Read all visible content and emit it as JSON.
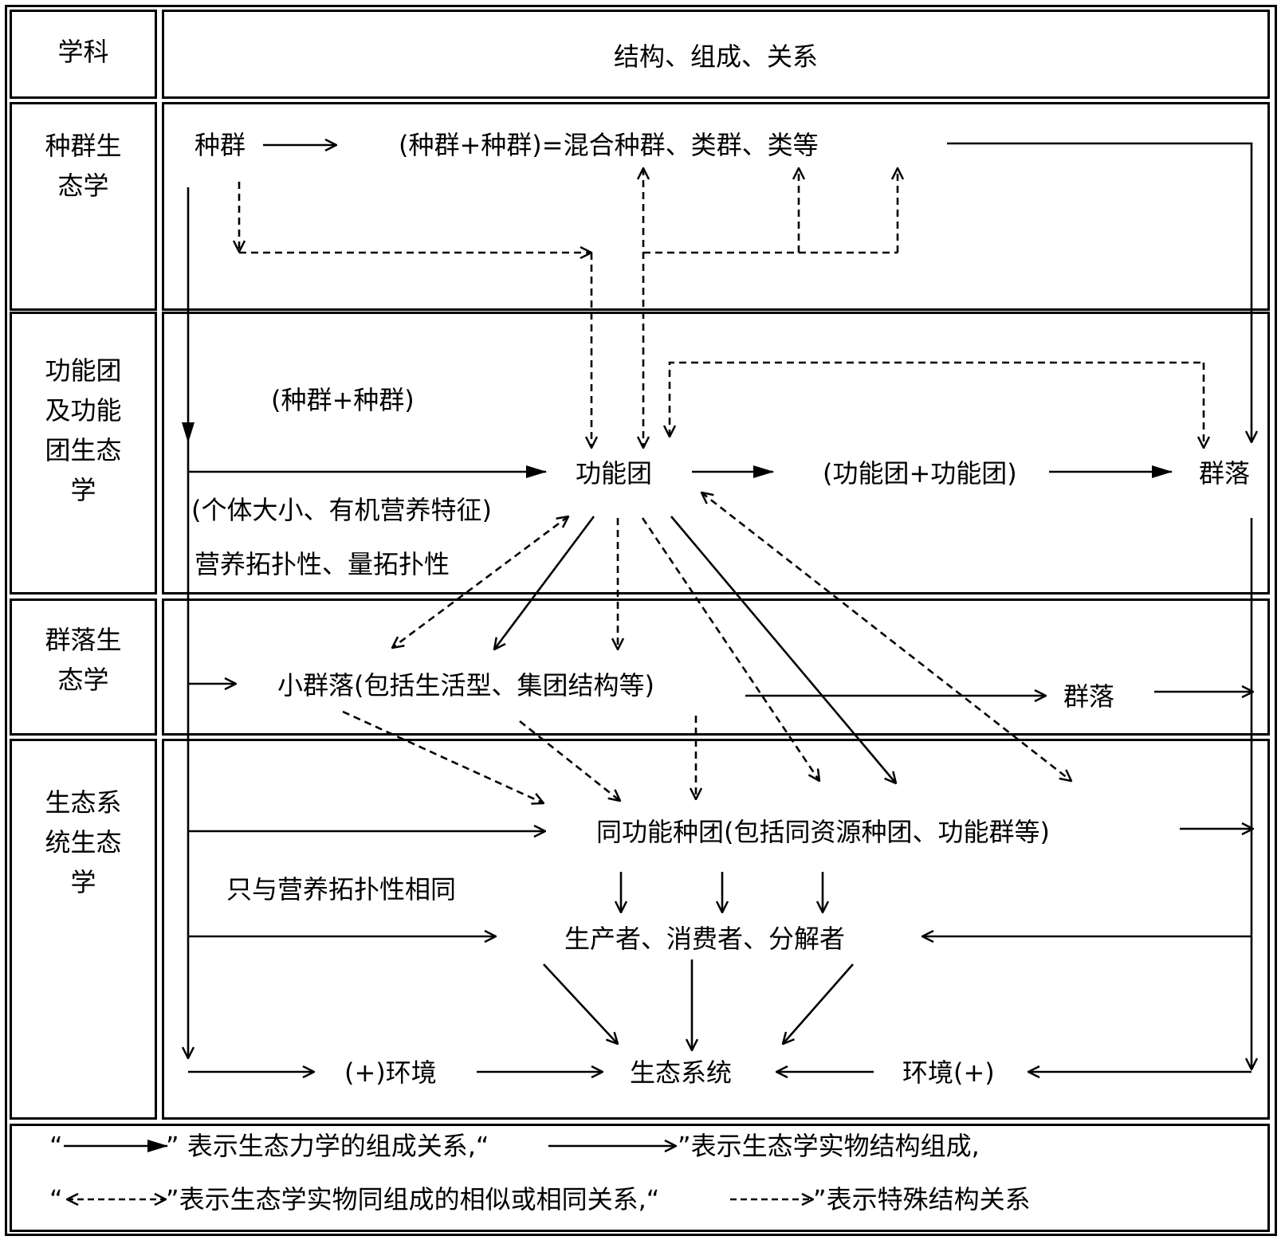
{
  "header": {
    "col1": "学科",
    "col2": "结构、组成、关系"
  },
  "rows": [
    {
      "discipline": "种群生\n态学"
    },
    {
      "discipline": "功能团\n及功能\n团生态\n学"
    },
    {
      "discipline": "群落生\n态学"
    },
    {
      "discipline": "生态系\n统生态\n学"
    }
  ],
  "nodes": {
    "population": "种群",
    "mixed_population": "(种群+种群)=混合种群、类群、类等",
    "pop_plus_pop": "(种群+种群)",
    "functional_group": "功能团",
    "fg_plus_fg": "(功能团+功能团)",
    "community_top": "群落",
    "size_nutrition": "(个体大小、有机营养特征)",
    "topology": "营养拓扑性、量拓扑性",
    "small_community": "小群落(包括生活型、集团结构等)",
    "community_mid": "群落",
    "guild": "同功能种团(包括同资源种团、功能群等)",
    "only_trophic": "只与营养拓扑性相同",
    "producers": "生产者、消费者、分解者",
    "env_left": "(+)环境",
    "ecosystem": "生态系统",
    "env_right": "环境(+)"
  },
  "legend": {
    "l1_open": "“",
    "l1_a": "” 表示生态力学的组成关系,“",
    "l1_b": "”表示生态学实物结构组成,",
    "l2_open": "“",
    "l2_a": "”表示生态学实物同组成的相似或相同关系,“",
    "l2_b": "”表示特殊结构关系"
  }
}
